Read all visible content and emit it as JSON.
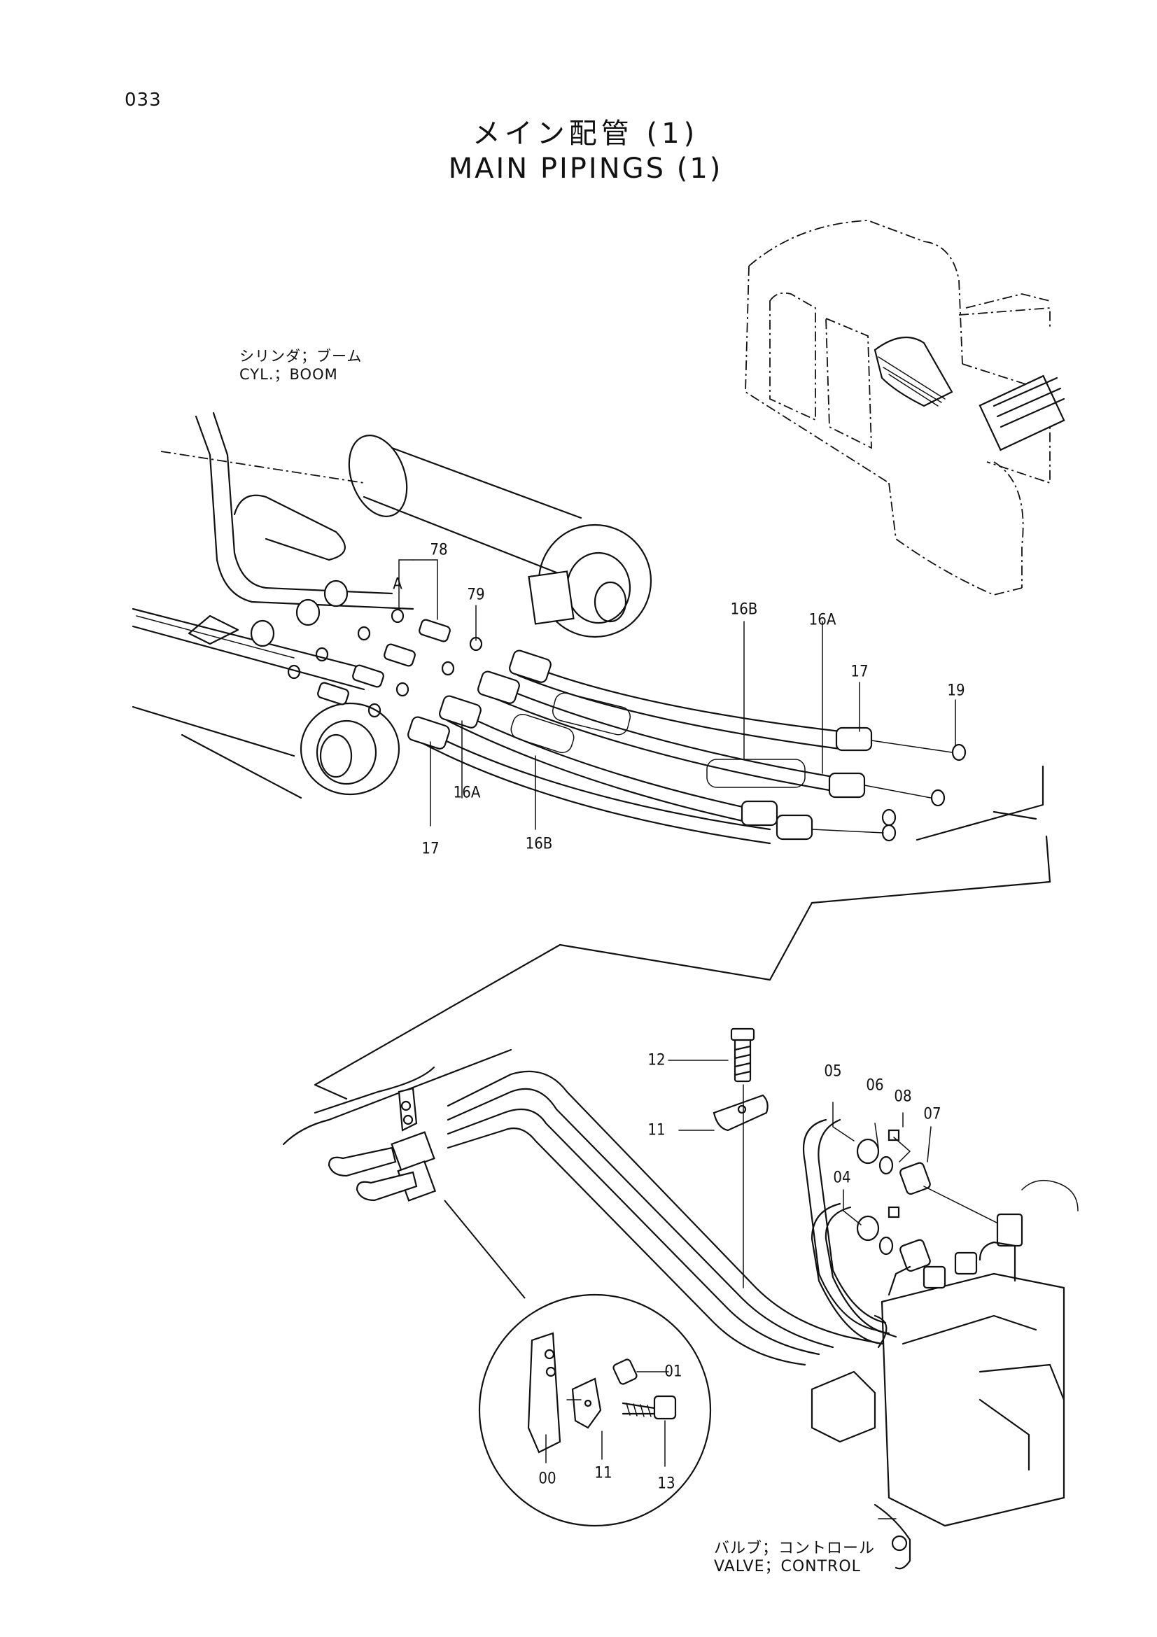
{
  "page_number": "033",
  "title_jp": "メイン配管 (1)",
  "title_en": "MAIN PIPINGS (1)",
  "notes": {
    "boom_cyl_jp": "シリンダ；ブーム",
    "boom_cyl_en": "CYL.；BOOM",
    "valve_jp": "バルブ；コントロール",
    "valve_en": "VALVE；CONTROL"
  },
  "callouts": {
    "c78": "78",
    "cA": "A",
    "c79": "79",
    "c16B_top": "16B",
    "c16A_top": "16A",
    "c17_top": "17",
    "c19": "19",
    "c17_bot": "17",
    "c16A_bot": "16A",
    "c16B_bot": "16B",
    "c12": "12",
    "c11": "11",
    "c05": "05",
    "c06": "06",
    "c08": "08",
    "c07": "07",
    "c04": "04",
    "c01": "01",
    "c00": "00",
    "c11_detail": "11",
    "c13": "13"
  }
}
